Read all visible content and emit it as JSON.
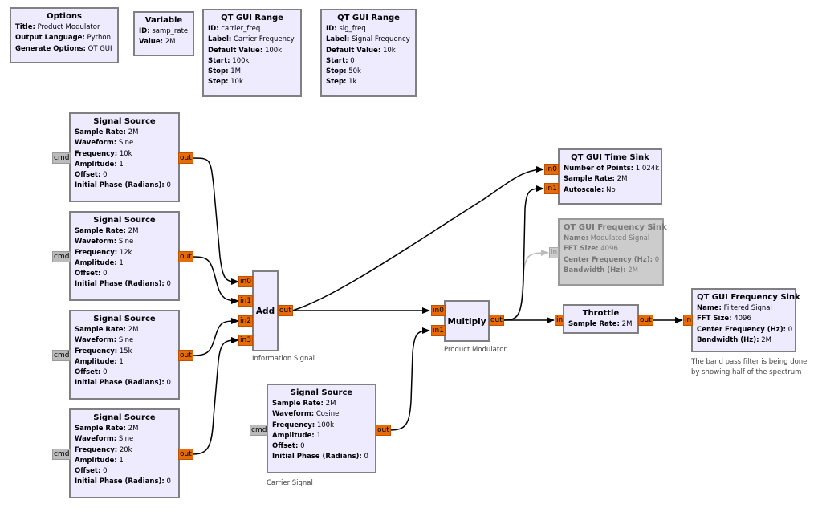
{
  "blocks": {
    "options": {
      "title": "Options",
      "rows": [
        {
          "k": "Title:",
          "v": "Product Modulator"
        },
        {
          "k": "Output Language:",
          "v": "Python"
        },
        {
          "k": "Generate Options:",
          "v": "QT GUI"
        }
      ]
    },
    "variable": {
      "title": "Variable",
      "rows": [
        {
          "k": "ID:",
          "v": "samp_rate"
        },
        {
          "k": "Value:",
          "v": "2M"
        }
      ]
    },
    "range_carrier": {
      "title": "QT GUI Range",
      "rows": [
        {
          "k": "ID:",
          "v": "carrier_freq"
        },
        {
          "k": "Label:",
          "v": "Carrier Frequency"
        },
        {
          "k": "Default Value:",
          "v": "100k"
        },
        {
          "k": "Start:",
          "v": "100k"
        },
        {
          "k": "Stop:",
          "v": "1M"
        },
        {
          "k": "Step:",
          "v": "10k"
        }
      ]
    },
    "range_sig": {
      "title": "QT GUI Range",
      "rows": [
        {
          "k": "ID:",
          "v": "sig_freq"
        },
        {
          "k": "Label:",
          "v": "Signal Frequency"
        },
        {
          "k": "Default Value:",
          "v": "10k"
        },
        {
          "k": "Start:",
          "v": "0"
        },
        {
          "k": "Stop:",
          "v": "50k"
        },
        {
          "k": "Step:",
          "v": "1k"
        }
      ]
    },
    "src1": {
      "title": "Signal Source",
      "rows": [
        {
          "k": "Sample Rate:",
          "v": "2M"
        },
        {
          "k": "Waveform:",
          "v": "Sine"
        },
        {
          "k": "Frequency:",
          "v": "10k"
        },
        {
          "k": "Amplitude:",
          "v": "1"
        },
        {
          "k": "Offset:",
          "v": "0"
        },
        {
          "k": "Initial Phase (Radians):",
          "v": "0"
        }
      ]
    },
    "src2": {
      "title": "Signal Source",
      "rows": [
        {
          "k": "Sample Rate:",
          "v": "2M"
        },
        {
          "k": "Waveform:",
          "v": "Sine"
        },
        {
          "k": "Frequency:",
          "v": "12k"
        },
        {
          "k": "Amplitude:",
          "v": "1"
        },
        {
          "k": "Offset:",
          "v": "0"
        },
        {
          "k": "Initial Phase (Radians):",
          "v": "0"
        }
      ]
    },
    "src3": {
      "title": "Signal Source",
      "rows": [
        {
          "k": "Sample Rate:",
          "v": "2M"
        },
        {
          "k": "Waveform:",
          "v": "Sine"
        },
        {
          "k": "Frequency:",
          "v": "15k"
        },
        {
          "k": "Amplitude:",
          "v": "1"
        },
        {
          "k": "Offset:",
          "v": "0"
        },
        {
          "k": "Initial Phase (Radians):",
          "v": "0"
        }
      ]
    },
    "src4": {
      "title": "Signal Source",
      "rows": [
        {
          "k": "Sample Rate:",
          "v": "2M"
        },
        {
          "k": "Waveform:",
          "v": "Sine"
        },
        {
          "k": "Frequency:",
          "v": "20k"
        },
        {
          "k": "Amplitude:",
          "v": "1"
        },
        {
          "k": "Offset:",
          "v": "0"
        },
        {
          "k": "Initial Phase (Radians):",
          "v": "0"
        }
      ]
    },
    "carrier": {
      "title": "Signal Source",
      "rows": [
        {
          "k": "Sample Rate:",
          "v": "2M"
        },
        {
          "k": "Waveform:",
          "v": "Cosine"
        },
        {
          "k": "Frequency:",
          "v": "100k"
        },
        {
          "k": "Amplitude:",
          "v": "1"
        },
        {
          "k": "Offset:",
          "v": "0"
        },
        {
          "k": "Initial Phase (Radians):",
          "v": "0"
        }
      ]
    },
    "add": {
      "title": "Add"
    },
    "multiply": {
      "title": "Multiply"
    },
    "time_sink": {
      "title": "QT GUI Time Sink",
      "rows": [
        {
          "k": "Number of Points:",
          "v": "1.024k"
        },
        {
          "k": "Sample Rate:",
          "v": "2M"
        },
        {
          "k": "Autoscale:",
          "v": "No"
        }
      ]
    },
    "freq_sink_mod": {
      "title": "QT GUI Frequency Sink",
      "disabled": true,
      "rows": [
        {
          "k": "Name:",
          "v": "Modulated Signal"
        },
        {
          "k": "FFT Size:",
          "v": "4096"
        },
        {
          "k": "Center Frequency (Hz):",
          "v": "0"
        },
        {
          "k": "Bandwidth (Hz):",
          "v": "2M"
        }
      ]
    },
    "throttle": {
      "title": "Throttle",
      "rows": [
        {
          "k": "Sample Rate:",
          "v": "2M"
        }
      ]
    },
    "freq_sink_filt": {
      "title": "QT GUI Frequency Sink",
      "rows": [
        {
          "k": "Name:",
          "v": "Filtered Signal"
        },
        {
          "k": "FFT Size:",
          "v": "4096"
        },
        {
          "k": "Center Frequency (Hz):",
          "v": "0"
        },
        {
          "k": "Bandwidth (Hz):",
          "v": "2M"
        }
      ]
    }
  },
  "ports": {
    "cmd": "cmd",
    "out": "out",
    "in": "in",
    "in0": "in0",
    "in1": "in1",
    "in2": "in2",
    "in3": "in3"
  },
  "comments": {
    "add": "Information Signal",
    "multiply": "Product Modulator",
    "carrier": "Carrier Signal",
    "freq_sink_filt_1": "The band pass filter is being done",
    "freq_sink_filt_2": "by showing half of the spectrum"
  },
  "colors": {
    "block_fill": "#eeeaff",
    "block_border": "#808080",
    "port_fill": "#e46d0a",
    "cmd_port_fill": "#bbbbbb",
    "disabled_fill": "#cccccc",
    "wire": "#000000",
    "wire_disabled": "#bbbbbb"
  }
}
